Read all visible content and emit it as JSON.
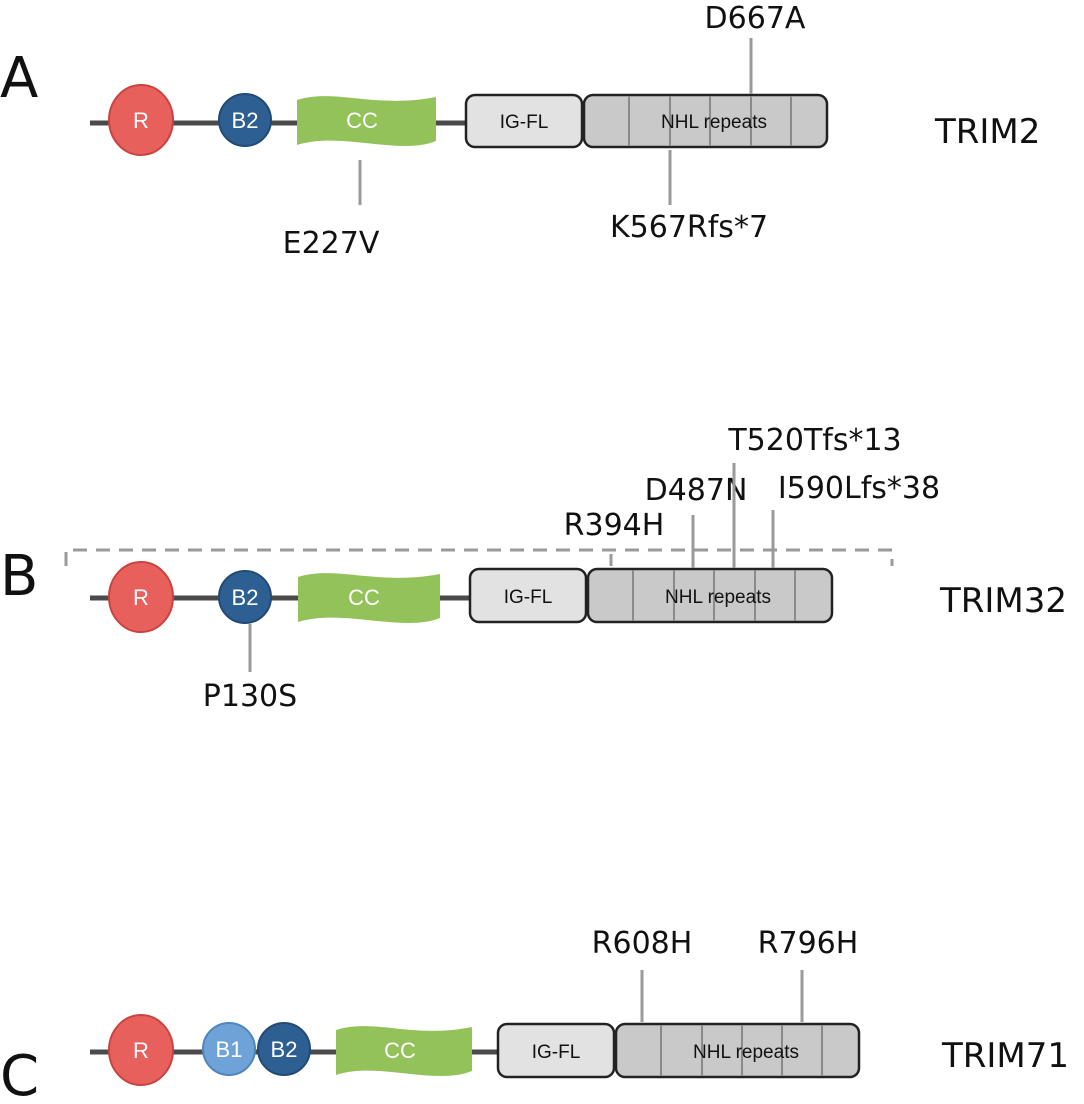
{
  "panels": [
    {
      "letter": "A",
      "protein": "TRIM2",
      "domains": {
        "ring": "R",
        "bbox1": "",
        "bbox2": "B2",
        "coiled_coil": "CC",
        "igfl": "IG-FL",
        "nhl": "NHL repeats"
      },
      "mutations_above": [
        "D667A"
      ],
      "mutations_below": [
        "E227V",
        "K567Rfs*7"
      ]
    },
    {
      "letter": "B",
      "protein": "TRIM32",
      "domains": {
        "ring": "R",
        "bbox1": "",
        "bbox2": "B2",
        "coiled_coil": "CC",
        "igfl": "IG-FL",
        "nhl": "NHL repeats"
      },
      "mutations_above": [
        "R394H",
        "D487N",
        "T520Tfs*13",
        "I590Lfs*38"
      ],
      "mutations_below": [
        "P130S"
      ]
    },
    {
      "letter": "C",
      "protein": "TRIM71",
      "domains": {
        "ring": "R",
        "bbox1": "B1",
        "bbox2": "B2",
        "coiled_coil": "CC",
        "igfl": "IG-FL",
        "nhl": "NHL repeats"
      },
      "mutations_above": [
        "R608H",
        "R796H"
      ],
      "mutations_below": []
    }
  ],
  "colors": {
    "ring": "#e8605c",
    "bbox1": "#6fa3d8",
    "bbox2": "#2e5f93",
    "coiled_coil": "#93c25a",
    "igfl": "#e2e2e2",
    "nhl": "#c9c9c9",
    "backbone": "#4a4a4a",
    "marker": "#9a9a9a"
  }
}
